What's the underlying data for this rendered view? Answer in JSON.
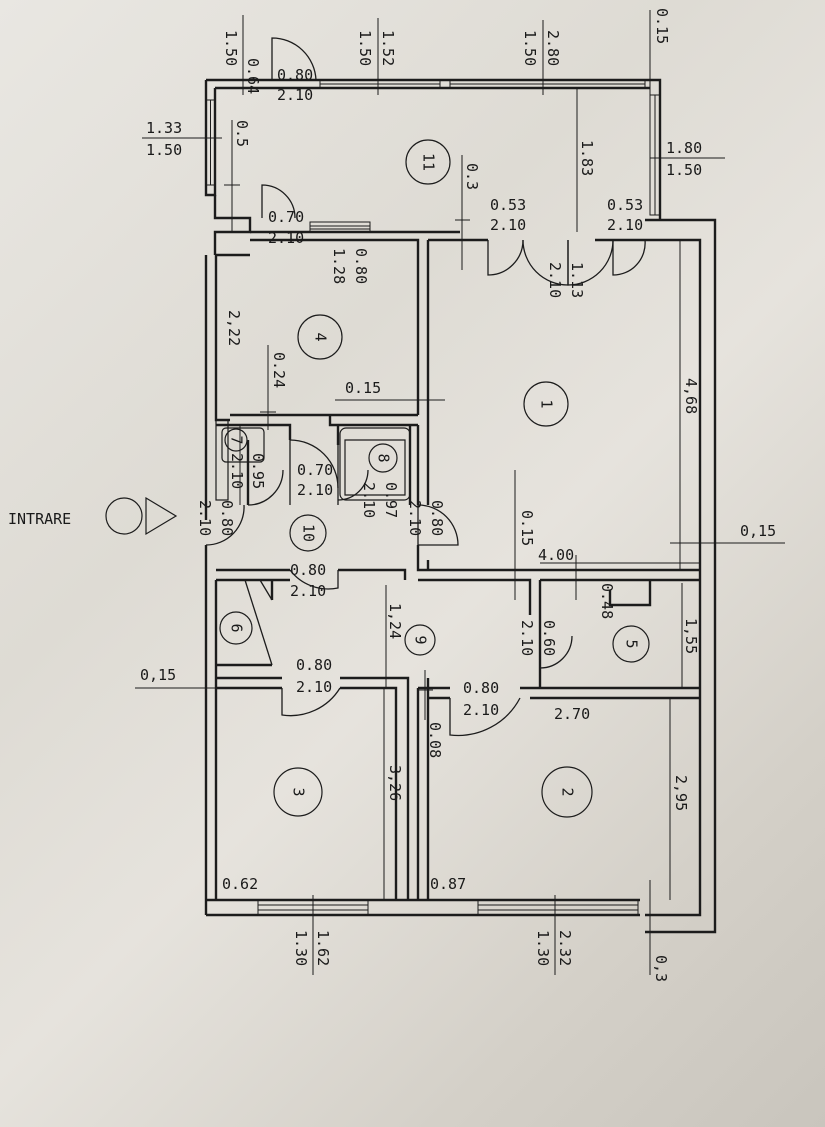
{
  "entrance_label": "INTRARE",
  "rooms": [
    {
      "id": "room-1",
      "number": "1"
    },
    {
      "id": "room-2",
      "number": "2"
    },
    {
      "id": "room-3",
      "number": "3"
    },
    {
      "id": "room-4",
      "number": "4"
    },
    {
      "id": "room-5",
      "number": "5"
    },
    {
      "id": "room-6",
      "number": "6"
    },
    {
      "id": "room-7",
      "number": "7"
    },
    {
      "id": "room-8",
      "number": "8"
    },
    {
      "id": "room-9",
      "number": "9"
    },
    {
      "id": "room-10",
      "number": "10"
    },
    {
      "id": "room-11",
      "number": "11"
    }
  ],
  "labels": {
    "top_win1_a": "0.64",
    "top_win1_b": "1.50",
    "top_door_a": "0.80",
    "top_door_b": "2.10",
    "top_win2_a": "1.52",
    "top_win2_b": "1.50",
    "top_win3_a": "2.80",
    "top_win3_b": "1.50",
    "top_wall": "0.15",
    "left_win_a": "1.33",
    "left_win_b": "1.50",
    "dim_05": "0.5",
    "right_win_a": "1.80",
    "right_win_b": "1.50",
    "balcony_h": "1.83",
    "wall_03": "0.3",
    "door11a_a": "0.53",
    "door11a_b": "2.10",
    "door11b_a": "0.53",
    "door11b_b": "2.10",
    "door11c_a": "1.13",
    "door11c_b": "2.10",
    "door4_a": "0.70",
    "door4_b": "2.10",
    "win4_a": "0.80",
    "win4_b": "1.28",
    "room4_h": "2,22",
    "wall_024": "0.24",
    "wall_015_a": "0.15",
    "room1_h": "4,68",
    "wall_015_r": "0,15",
    "door7_a": "0.95",
    "door7_b": "2.10",
    "door_hall_a": "0.70",
    "door_hall_b": "2.10",
    "door8_a": "0.97",
    "door8_b": "2.10",
    "door1_a": "0.80",
    "door1_b": "2.10",
    "entry_door_a": "0.80",
    "entry_door_b": "2.10",
    "wall_015_b": "0.15",
    "room1_w": "4.00",
    "door10_a": "0.80",
    "door10_b": "2.10",
    "corr_h": "1,24",
    "dim_048": "0.48",
    "door5_a": "0.60",
    "door5_b": "2.10",
    "room5_h": "1,55",
    "wall_015_l": "0,15",
    "door3_a": "0.80",
    "door3_b": "2.10",
    "door2_a": "0.80",
    "door2_b": "2.10",
    "room2_w": "2.70",
    "dim_008": "0.08",
    "room3_h": "3,26",
    "room2_h": "2,95",
    "sill3": "0.62",
    "sill2": "0.87",
    "bot_win1_a": "1.62",
    "bot_win1_b": "1.30",
    "bot_win2_a": "2.32",
    "bot_win2_b": "1.30",
    "bot_wall": "0,3"
  }
}
